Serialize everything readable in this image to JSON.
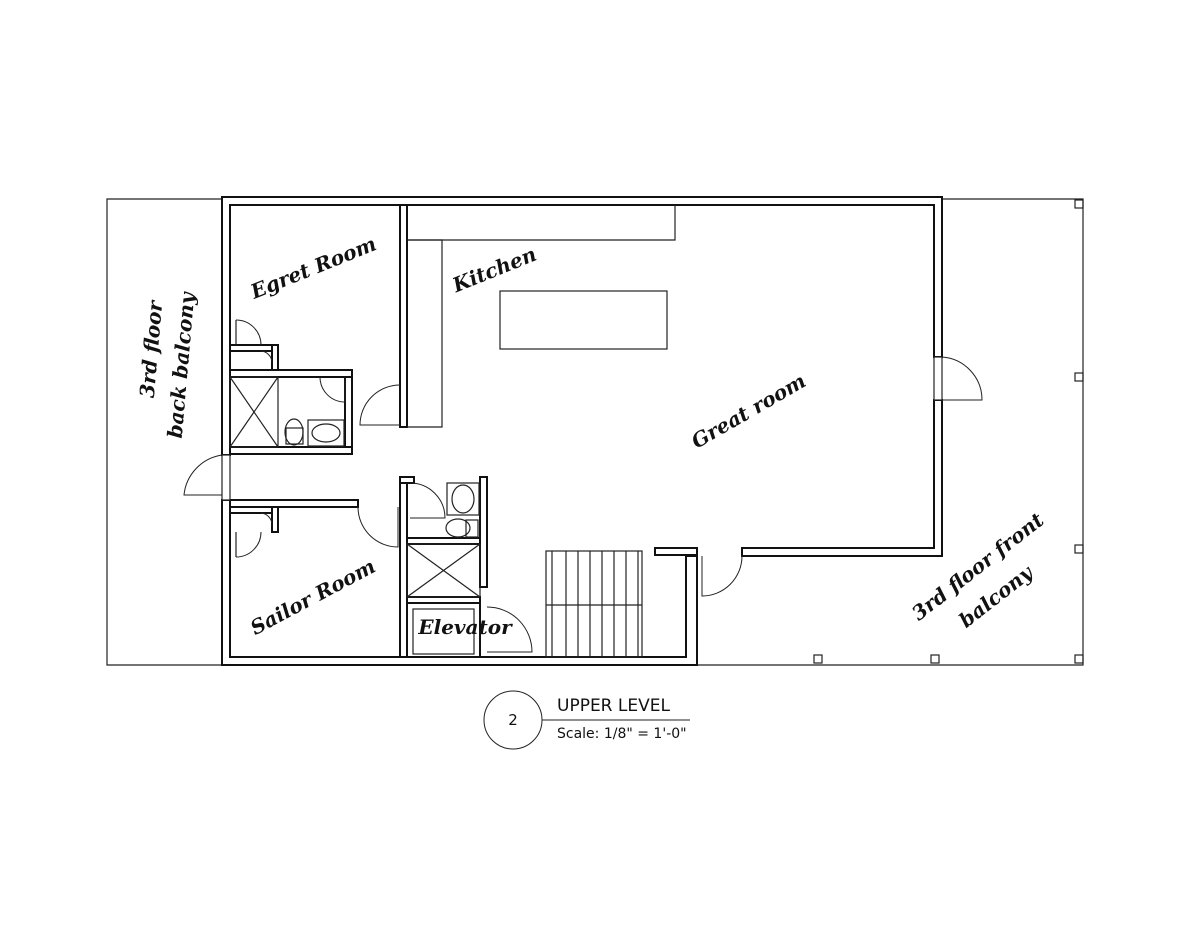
{
  "rooms": {
    "back_balcony_line1": "3rd floor",
    "back_balcony_line2": "back balcony",
    "egret": "Egret Room",
    "kitchen": "Kitchen",
    "great_room": "Great room",
    "sailor": "Sailor Room",
    "elevator": "Elevator",
    "front_balcony_line1": "3rd floor front",
    "front_balcony_line2": "balcony"
  },
  "title_block": {
    "number": "2",
    "title": "UPPER LEVEL",
    "scale": "Scale: 1/8\" = 1'-0\""
  }
}
